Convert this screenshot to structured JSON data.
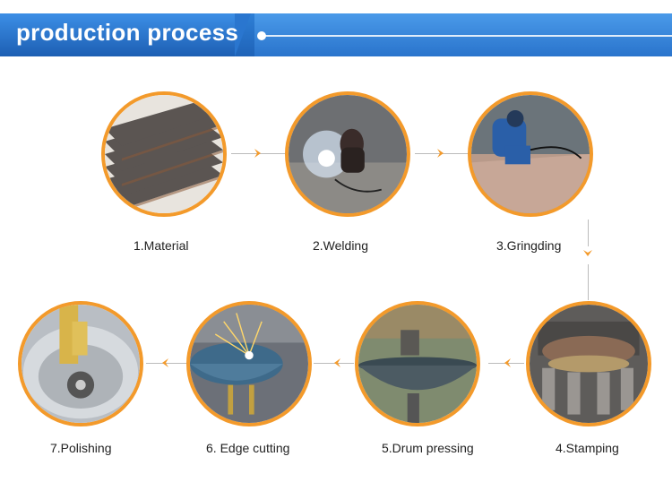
{
  "header": {
    "title": "production process"
  },
  "steps": [
    {
      "label": "1.Material"
    },
    {
      "label": "2.Welding"
    },
    {
      "label": "3.Gringding"
    },
    {
      "label": "4.Stamping"
    },
    {
      "label": "5.Drum pressing"
    },
    {
      "label": "6. Edge cutting"
    },
    {
      "label": "7.Polishing"
    }
  ],
  "colors": {
    "header_blue": "#1f63b8",
    "accent_orange": "#f39a2b"
  },
  "icons": {
    "flow_arrow": "chevron-arrow-icon",
    "header_marker": "dot-icon"
  }
}
